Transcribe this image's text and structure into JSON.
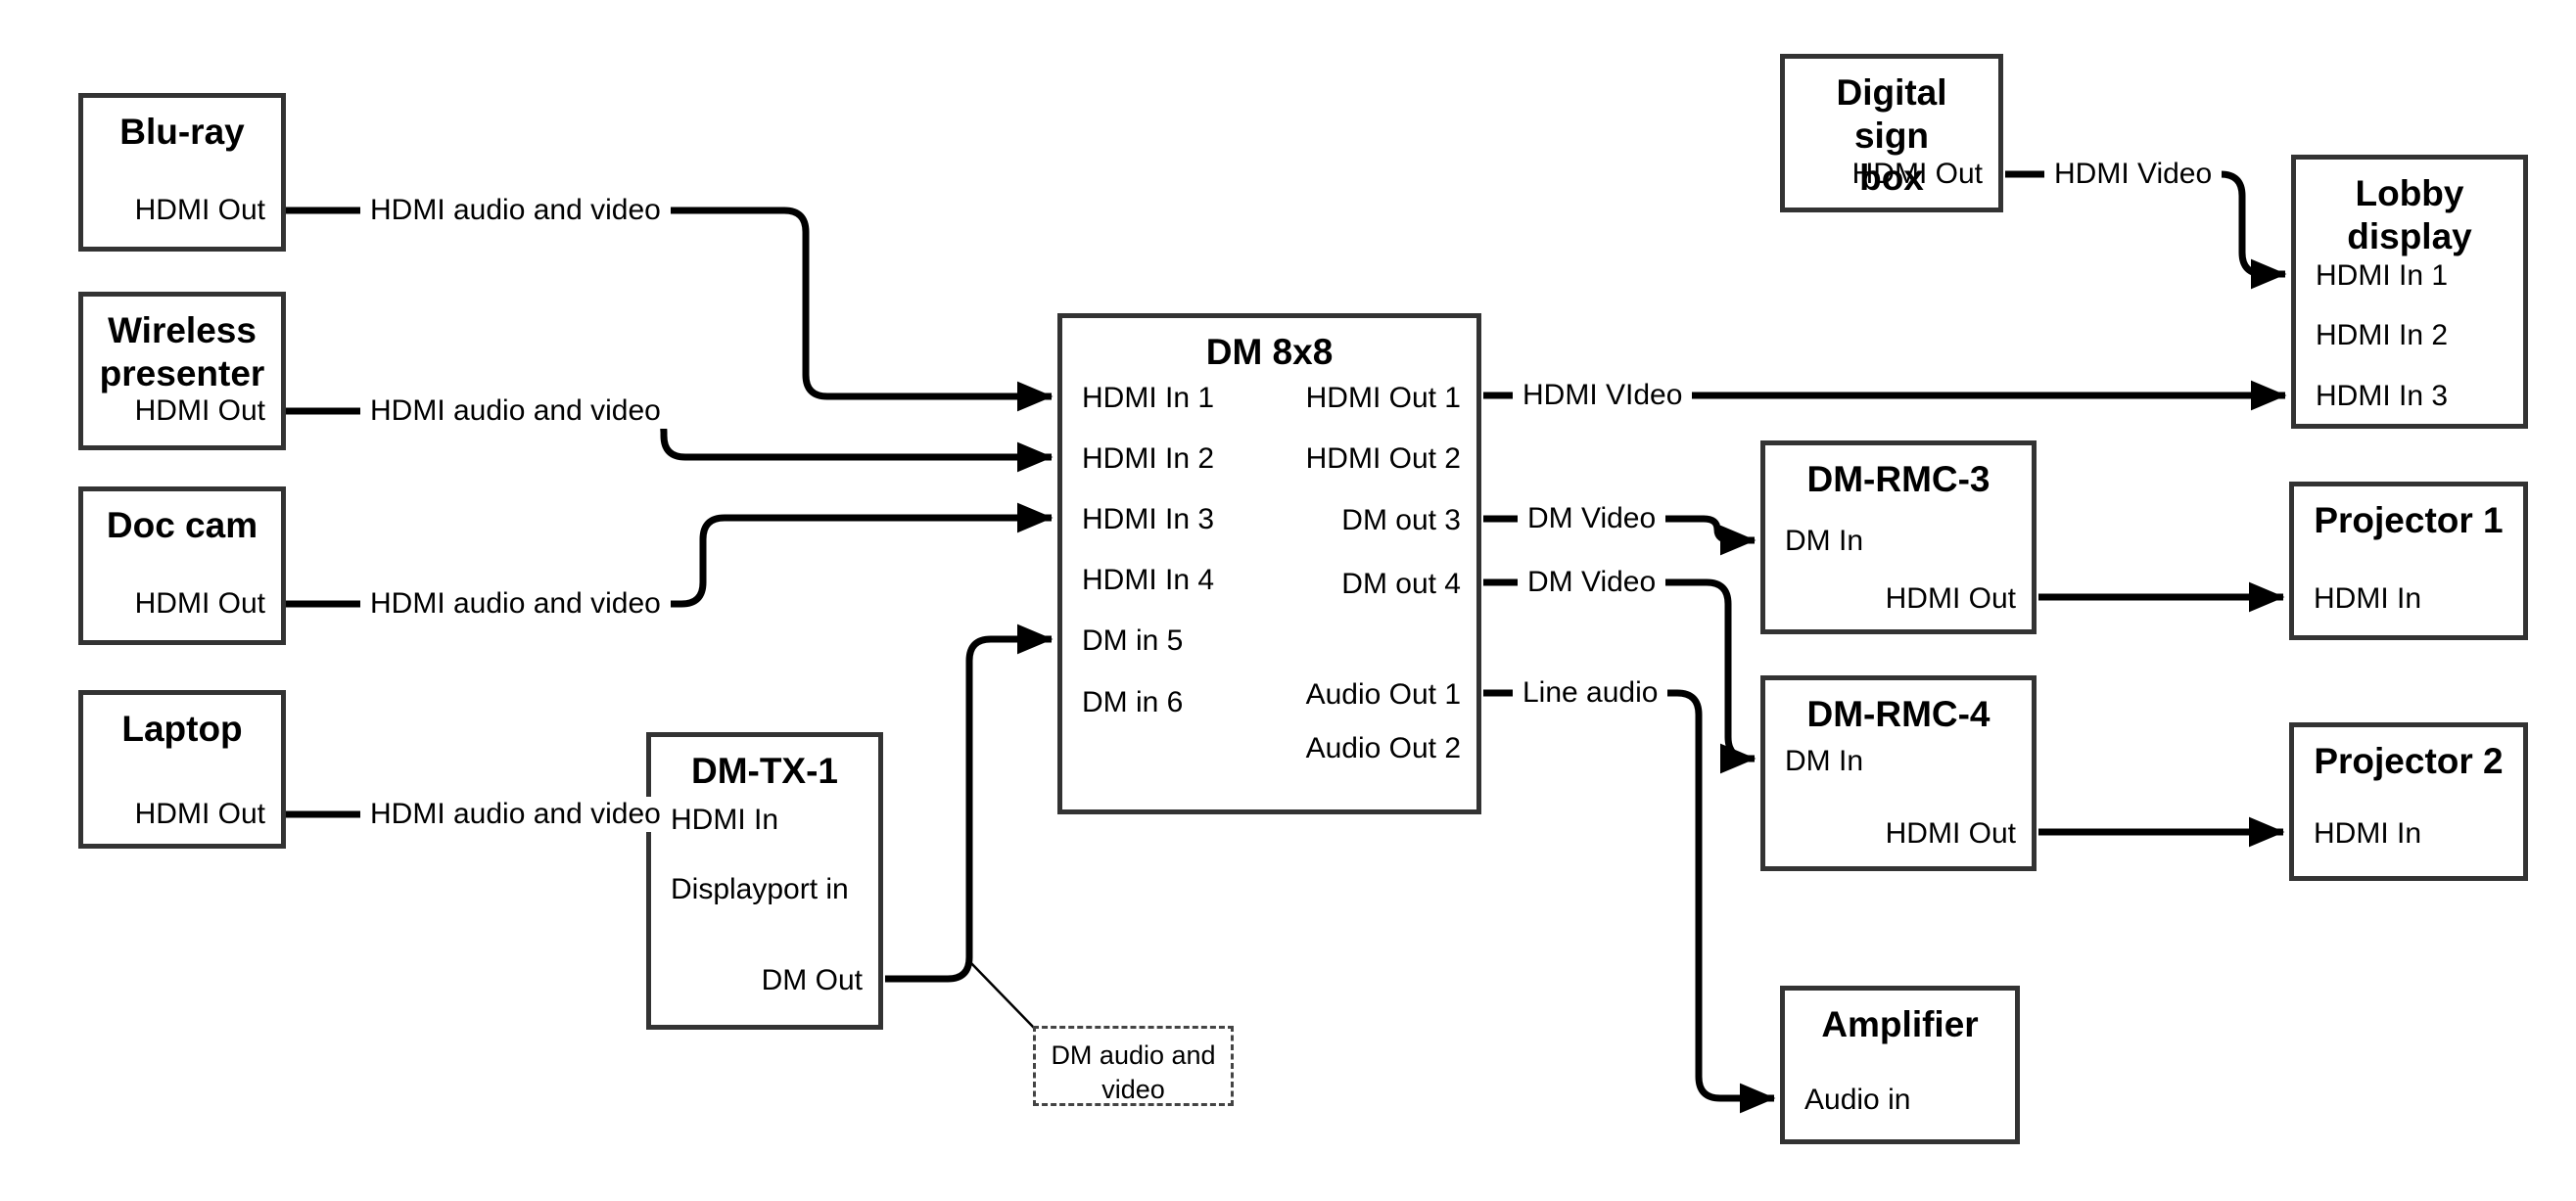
{
  "nodes": {
    "bluray": {
      "title": "Blu-ray",
      "port_hdmi_out": "HDMI Out"
    },
    "wireless_presenter": {
      "title": "Wireless presenter",
      "port_hdmi_out": "HDMI Out"
    },
    "doc_cam": {
      "title": "Doc cam",
      "port_hdmi_out": "HDMI Out"
    },
    "laptop": {
      "title": "Laptop",
      "port_hdmi_out": "HDMI Out"
    },
    "dm_tx_1": {
      "title": "DM-TX-1",
      "port_hdmi_in": "HDMI In",
      "port_displayport_in": "Displayport in",
      "port_dm_out": "DM Out"
    },
    "dm_8x8": {
      "title": "DM 8x8",
      "inputs": [
        "HDMI In 1",
        "HDMI In 2",
        "HDMI In 3",
        "HDMI In 4",
        "DM in 5",
        "DM in 6"
      ],
      "outputs": [
        "HDMI Out 1",
        "HDMI Out 2",
        "DM out 3",
        "DM out 4",
        "Audio Out 1",
        "Audio Out 2"
      ]
    },
    "digital_sign_box": {
      "title": "Digital sign box",
      "port_hdmi_out": "HDMI Out"
    },
    "lobby_display": {
      "title": "Lobby display",
      "inputs": [
        "HDMI In 1",
        "HDMI In 2",
        "HDMI In 3"
      ]
    },
    "dm_rmc_3": {
      "title": "DM-RMC-3",
      "port_dm_in": "DM In",
      "port_hdmi_out": "HDMI Out"
    },
    "projector_1": {
      "title": "Projector 1",
      "port_hdmi_in": "HDMI In"
    },
    "dm_rmc_4": {
      "title": "DM-RMC-4",
      "port_dm_in": "DM In",
      "port_hdmi_out": "HDMI Out"
    },
    "projector_2": {
      "title": "Projector 2",
      "port_hdmi_in": "HDMI In"
    },
    "amplifier": {
      "title": "Amplifier",
      "port_audio_in": "Audio in"
    }
  },
  "edge_labels": {
    "bluray_to_dm8x8": "HDMI audio and video",
    "wireless_to_dm8x8": "HDMI audio and video",
    "doccam_to_dm8x8": "HDMI audio and video",
    "laptop_to_dmtx1": "HDMI audio and video",
    "hdmi_out_1": "HDMI VIdeo",
    "dm_out_3": "DM Video",
    "dm_out_4": "DM Video",
    "audio_out_1": "Line audio",
    "sign_to_lobby": "HDMI Video",
    "dm_callout": "DM audio and video"
  },
  "colors": {
    "background": "#ffffff",
    "box_border": "#333333",
    "line": "#000000",
    "text": "#000000"
  }
}
